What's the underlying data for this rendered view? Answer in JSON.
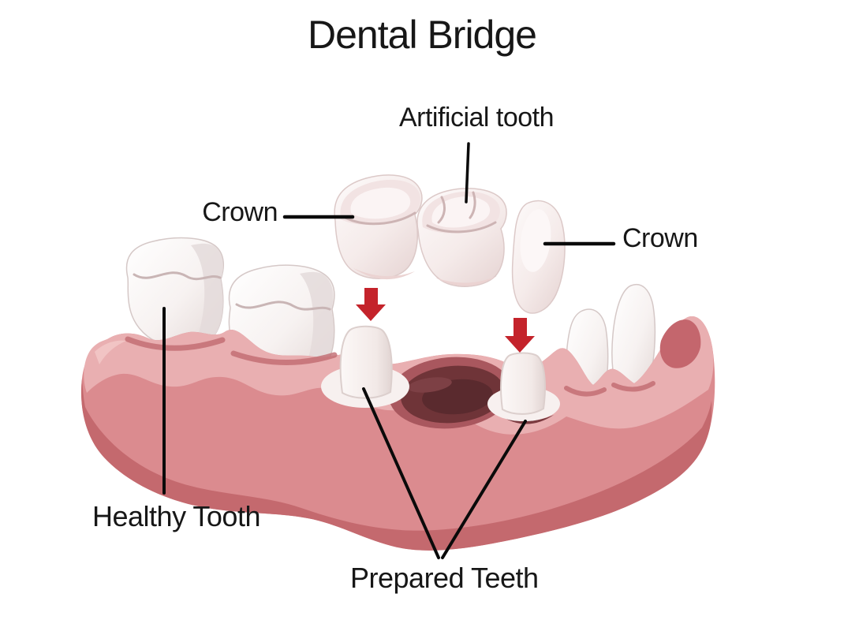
{
  "title": "Dental Bridge",
  "labels": {
    "artificial_tooth": "Artificial tooth",
    "crown_left": "Crown",
    "crown_right": "Crown",
    "healthy_tooth": "Healthy Tooth",
    "prepared_teeth": "Prepared Teeth"
  },
  "colors": {
    "background": "#ffffff",
    "text": "#171717",
    "leader_line": "#0a0a0a",
    "arrow_red": "#c4232b",
    "gum_main": "#db8b8f",
    "gum_light": "#e9afb1",
    "gum_shadow": "#c4696e",
    "gum_collar": "#c06a70",
    "socket_rim": "#a9575e",
    "socket_dark": "#6f3438",
    "socket_deep": "#5a2a2e",
    "tooth_white": "#ffffff",
    "tooth_shade": "#e3d8d6"
  }
}
